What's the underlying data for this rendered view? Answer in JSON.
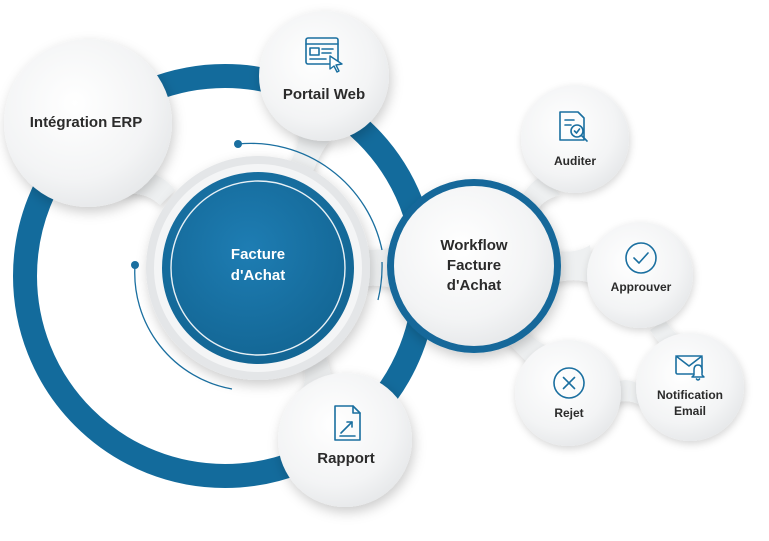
{
  "center": {
    "line1": "Facture",
    "line2": "d'Achat"
  },
  "nodes": {
    "erp": {
      "label": "Intégration ERP"
    },
    "portail": {
      "label": "Portail Web"
    },
    "rapport": {
      "label": "Rapport"
    },
    "workflow": {
      "line1": "Workflow",
      "line2": "Facture",
      "line3": "d'Achat"
    },
    "auditer": {
      "label": "Auditer"
    },
    "approuver": {
      "label": "Approuver"
    },
    "rejet": {
      "label": "Rejet"
    },
    "notification": {
      "line1": "Notification",
      "line2": "Email"
    }
  },
  "colors": {
    "accent": "#1a6fa0",
    "ring": "#136b9c",
    "bubble": "#f1f2f3",
    "text": "#2b2b2b"
  },
  "icons": {
    "portail": "browser-cursor-icon",
    "auditer": "document-magnifier-icon",
    "approuver": "check-circle-icon",
    "rejet": "x-circle-icon",
    "notification": "envelope-bell-icon",
    "rapport": "report-chart-icon"
  }
}
